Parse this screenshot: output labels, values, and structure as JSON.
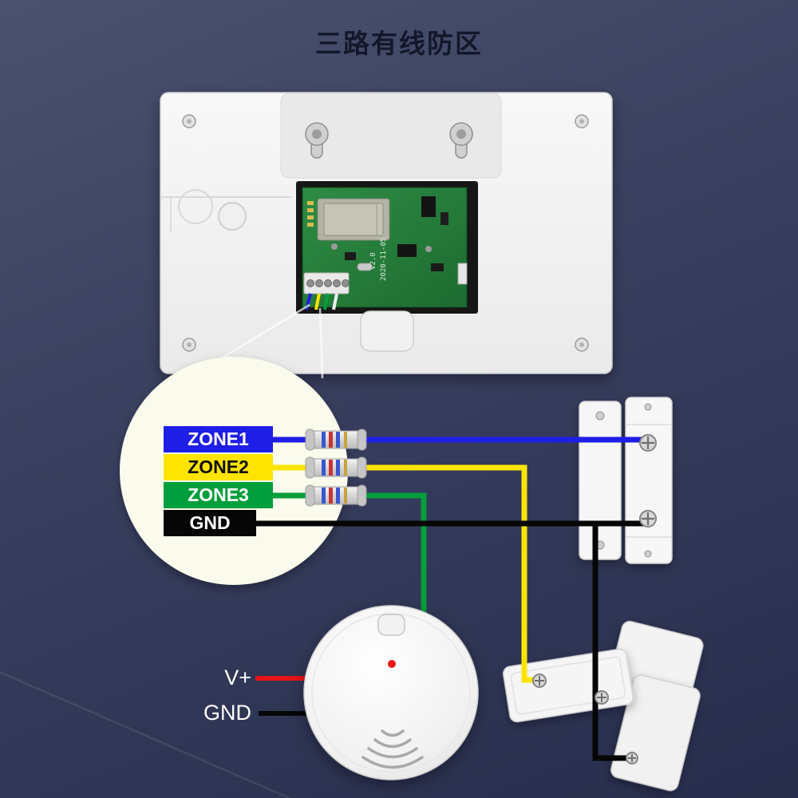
{
  "title": "三路有线防区",
  "panel": {
    "pcb": {
      "version": "V2.0",
      "date": "2020-11-05"
    }
  },
  "magnifier": {
    "zones": [
      {
        "label": "ZONE1",
        "bg": "#1e1ee6",
        "fg": "#ffffff"
      },
      {
        "label": "ZONE2",
        "bg": "#ffe400",
        "fg": "#101010"
      },
      {
        "label": "ZONE3",
        "bg": "#009e3c",
        "fg": "#ffffff"
      },
      {
        "label": "GND",
        "bg": "#060606",
        "fg": "#ffffff"
      }
    ]
  },
  "power": {
    "vplus_label": "V+",
    "gnd_label": "GND"
  },
  "wire_colors": {
    "zone1": "#1e1ee6",
    "zone2": "#ffe400",
    "zone3": "#009e3c",
    "gnd": "#060606",
    "vplus": "#e41414"
  }
}
